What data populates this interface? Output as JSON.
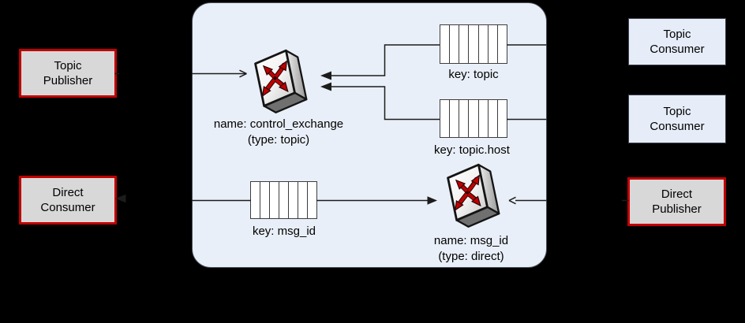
{
  "broker": {
    "exchanges": {
      "control": {
        "name_label": "name: control_exchange",
        "type_label": "(type: topic)"
      },
      "direct": {
        "name_label": "name: msg_id",
        "type_label": "(type: direct)"
      }
    },
    "queues": {
      "topic": {
        "label": "key: topic",
        "cell_count": 7
      },
      "topic_host": {
        "label": "key: topic.host",
        "cell_count": 7
      },
      "msg_id": {
        "label": "key: msg_id",
        "cell_count": 7
      }
    }
  },
  "boxes": {
    "topic_publisher": {
      "line1": "Topic",
      "line2": "Publisher"
    },
    "direct_consumer": {
      "line1": "Direct",
      "line2": "Consumer"
    },
    "topic_consumer_1": {
      "line1": "Topic",
      "line2": "Consumer"
    },
    "topic_consumer_2": {
      "line1": "Topic",
      "line2": "Consumer"
    },
    "direct_publisher": {
      "line1": "Direct",
      "line2": "Publisher"
    }
  },
  "colors": {
    "background": "#000000",
    "broker_fill": "#e9eff8",
    "broker_border": "#46505a",
    "publisher_box_fill": "#d8d8d8",
    "publisher_box_border": "#c00000",
    "consumer_box_fill": "#e6edf8",
    "exchange_arrow_red": "#c00000",
    "line_color": "#1c1c1c"
  }
}
